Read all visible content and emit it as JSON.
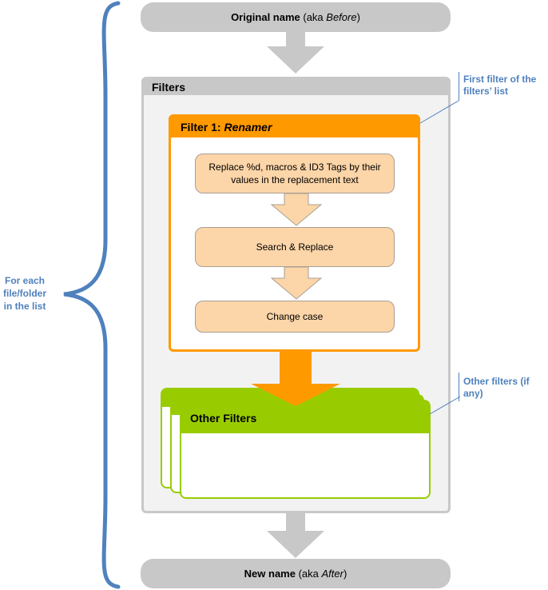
{
  "original_name": {
    "bold": "Original name",
    "rest": " (aka ",
    "italic": "Before",
    "close": ")"
  },
  "new_name": {
    "bold": "New name",
    "rest": " (aka ",
    "italic": "After",
    "close": ")"
  },
  "filters": {
    "title": "Filters"
  },
  "renamer": {
    "title_prefix": "Filter 1: ",
    "title_name": "Renamer",
    "steps": [
      "Replace %d, macros & ID3 Tags by their values in the replacement text",
      "Search & Replace",
      "Change case"
    ]
  },
  "other_filters": {
    "title": "Other Filters"
  },
  "annotations": {
    "loop": "For each file/folder in the list",
    "first_filter": "First filter of the filters’ list",
    "other_filters": "Other filters (if any)"
  },
  "colors": {
    "gray": "#c8c8c8",
    "orange": "#ff9900",
    "peach": "#fcd5a8",
    "green": "#99cc00",
    "blue": "#4f81bd"
  }
}
